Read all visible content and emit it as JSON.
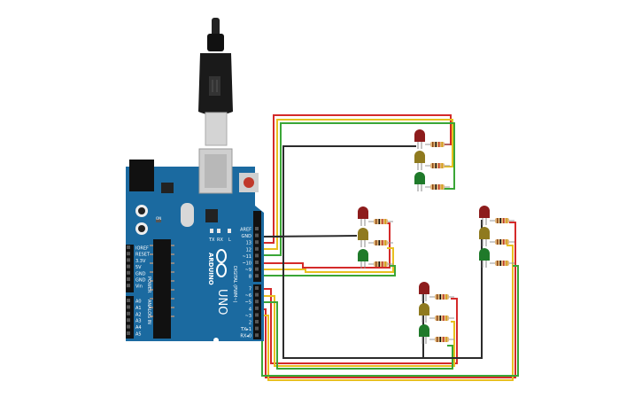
{
  "board": {
    "brand": "ARDUINO",
    "model": "UNO",
    "power_header": "POWER",
    "analog_header": "ANALOG IN",
    "digital_header": "DIGITAL (PWM~)",
    "tx_label": "TX",
    "rx_label": "RX",
    "l_label": "L",
    "on_label": "ON",
    "top_pins": [
      "AREF",
      "GND",
      "13",
      "12",
      "~11",
      "~10",
      "~9",
      "8"
    ],
    "bottom_pins": [
      "7",
      "~6",
      "~5",
      "4",
      "~3",
      "2",
      "TX▸1",
      "RX◂0"
    ],
    "power_pins": [
      "IOREF",
      "RESET",
      "3.3V",
      "5V",
      "GND",
      "GND",
      "Vin"
    ],
    "analog_pins": [
      "A0",
      "A1",
      "A2",
      "A3",
      "A4",
      "A5"
    ]
  },
  "wire_colors": {
    "red": "#d42a2a",
    "yellow": "#e8c020",
    "green": "#3aa637",
    "black": "#2b2b2b"
  },
  "led_colors": {
    "red": "#8d1c1c",
    "yellow": "#8f7a1f",
    "green": "#1f7a2a"
  },
  "traffic_lights": [
    {
      "id": "north"
    },
    {
      "id": "west"
    },
    {
      "id": "east"
    },
    {
      "id": "south"
    }
  ]
}
